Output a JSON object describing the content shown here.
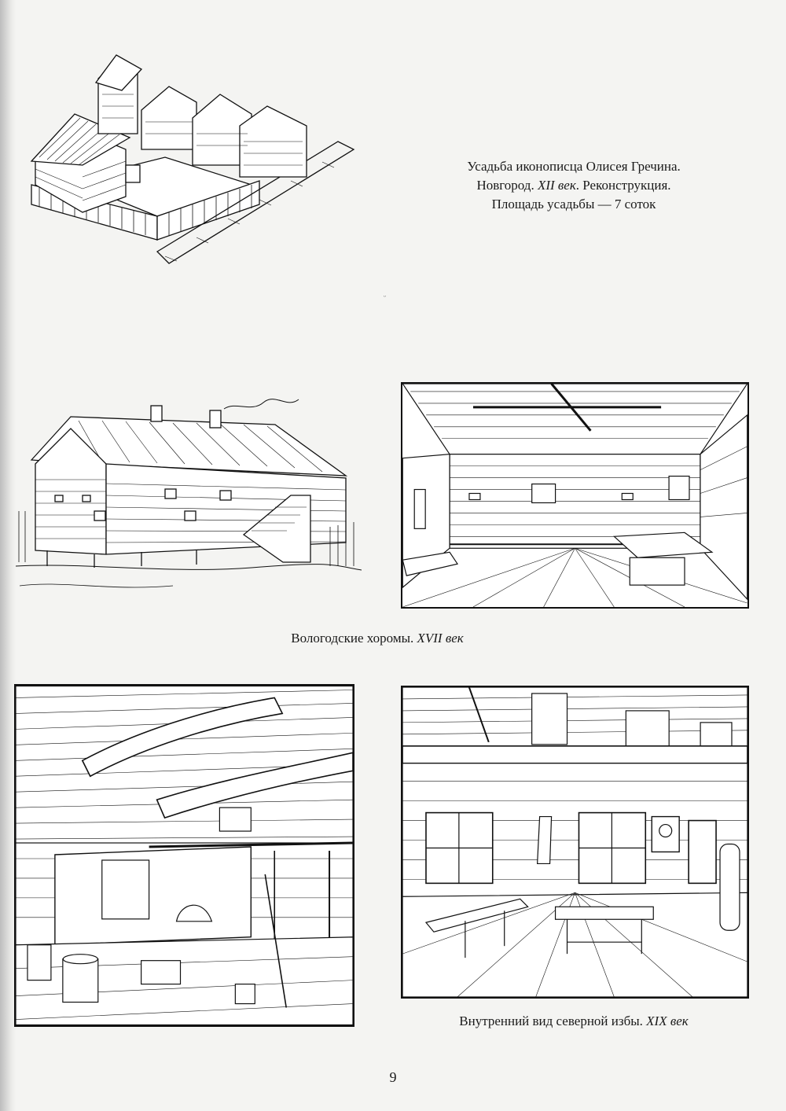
{
  "caption_estate": {
    "line1": "Усадьба иконописца Олисея Гречина.",
    "line2_pre": "Новгород. ",
    "line2_italic": "XII век",
    "line2_post": ". Реконструкция.",
    "line3": "Площадь усадьбы — 7 соток"
  },
  "caption_mansion": {
    "text": "Вологодские хоромы. ",
    "italic": "XVII век"
  },
  "caption_izba": {
    "text": "Внутренний вид северной избы. ",
    "italic": "XIX век"
  },
  "page_number": "9"
}
